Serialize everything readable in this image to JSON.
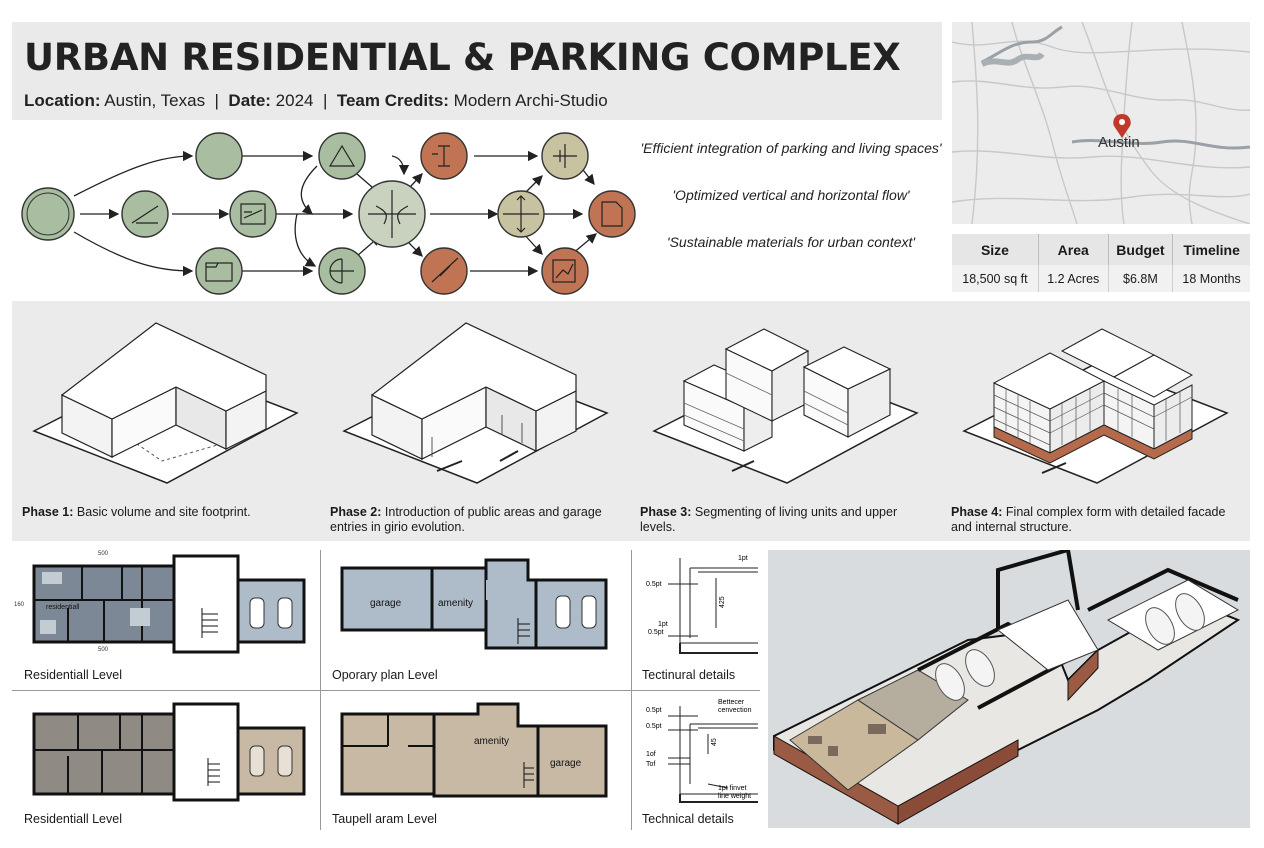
{
  "header": {
    "title": "URBAN RESIDENTIAL & PARKING COMPLEX",
    "location_label": "Location:",
    "location_value": "Austin, Texas",
    "date_label": "Date:",
    "date_value": "2024",
    "team_label": "Team Credits:",
    "team_value": "Modern Archi-Studio",
    "separator": "|"
  },
  "quotes": [
    "'Efficient integration of parking and living spaces'",
    "'Optimized vertical and horizontal flow'",
    "'Sustainable materials for urban context'"
  ],
  "map": {
    "city_label": "Austin",
    "pin_color": "#c0392b"
  },
  "specs": {
    "headers": [
      "Size",
      "Area",
      "Budget",
      "Timeline"
    ],
    "values": [
      "18,500 sq ft",
      "1.2 Acres",
      "$6.8M",
      "18 Months"
    ]
  },
  "phases": [
    {
      "label": "Phase 1:",
      "text": "Basic volume and site footprint."
    },
    {
      "label": "Phase 2:",
      "text": "Introduction of public areas and garage entries in girio evolution."
    },
    {
      "label": "Phase 3:",
      "text": "Segmenting of living units and upper levels."
    },
    {
      "label": "Phase 4:",
      "text": "Final complex form with detailed facade and internal structure."
    }
  ],
  "plans": {
    "top_left_label": "Residentiall Level",
    "top_mid_label": "Oporary plan Level",
    "top_right_label": "Tectinural details",
    "bottom_left_label": "Residentiall Level",
    "bottom_mid_label": "Taupell aram Level",
    "bottom_right_label": "Technical details",
    "dim_top": "500",
    "dim_bottom": "500",
    "dim_side": "160",
    "room_residential": "residentiall",
    "room_garage_a": "garage",
    "room_amenity_a": "amenity",
    "room_amenity_b": "amenity",
    "room_garage_b": "garage",
    "detail_top": [
      "1pt",
      "0.5pt",
      "1pt",
      "0.5pt"
    ],
    "detail_top_dim": "425",
    "detail_bottom": [
      "Bettecer",
      "cenvection",
      "0.5pt",
      "0.5pt",
      "1of",
      "Tof",
      "1pt finvet",
      "line weight"
    ],
    "detail_bottom_dim": "45"
  },
  "colors": {
    "sage": "#a9bea0",
    "terracotta": "#c07454",
    "khaki": "#c7c3a1",
    "plan_blue": "#aebcca",
    "plan_taupe": "#c8b9a5"
  }
}
